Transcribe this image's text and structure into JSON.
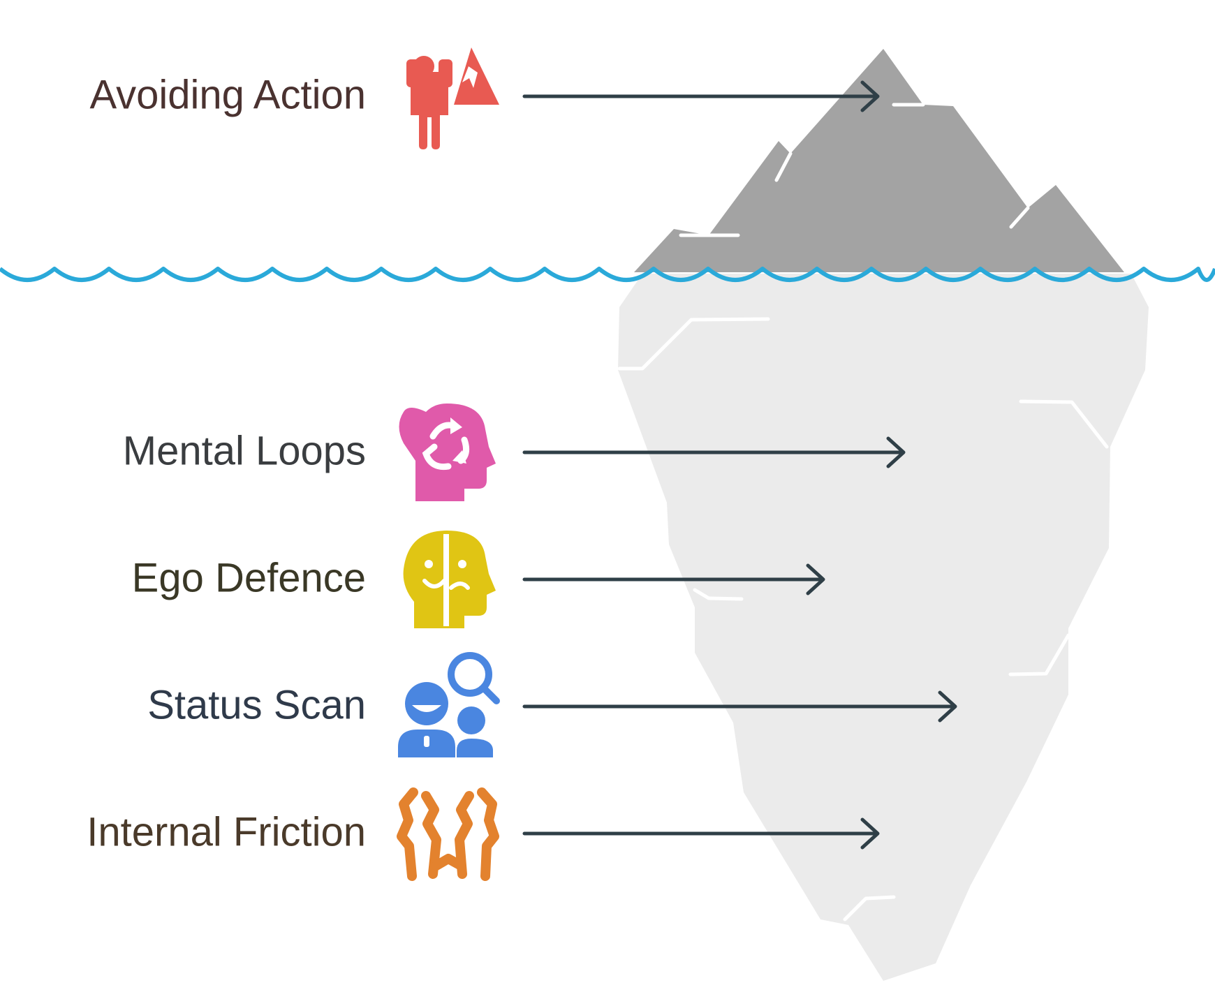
{
  "items": [
    {
      "label": "Avoiding Action",
      "icon": "hiker-mountain-icon",
      "color": "#e85a52",
      "text_color": "#4a3230",
      "zone": "above-water"
    },
    {
      "label": "Mental Loops",
      "icon": "head-cycle-icon",
      "color": "#e05aaa",
      "text_color": "#3a3d40",
      "zone": "below-water"
    },
    {
      "label": "Ego Defence",
      "icon": "head-two-faces-icon",
      "color": "#e0c514",
      "text_color": "#3a3826",
      "zone": "below-water"
    },
    {
      "label": "Status Scan",
      "icon": "people-search-icon",
      "color": "#4a86e0",
      "text_color": "#2f3a4a",
      "zone": "below-water"
    },
    {
      "label": "Internal Friction",
      "icon": "broken-hands-icon",
      "color": "#e3822e",
      "text_color": "#4a3a2a",
      "zone": "below-water"
    }
  ],
  "colors": {
    "iceberg_above": "#a3a3a3",
    "iceberg_below": "#ebebeb",
    "water": "#2aa9d9",
    "arrow": "#2f3f47"
  }
}
